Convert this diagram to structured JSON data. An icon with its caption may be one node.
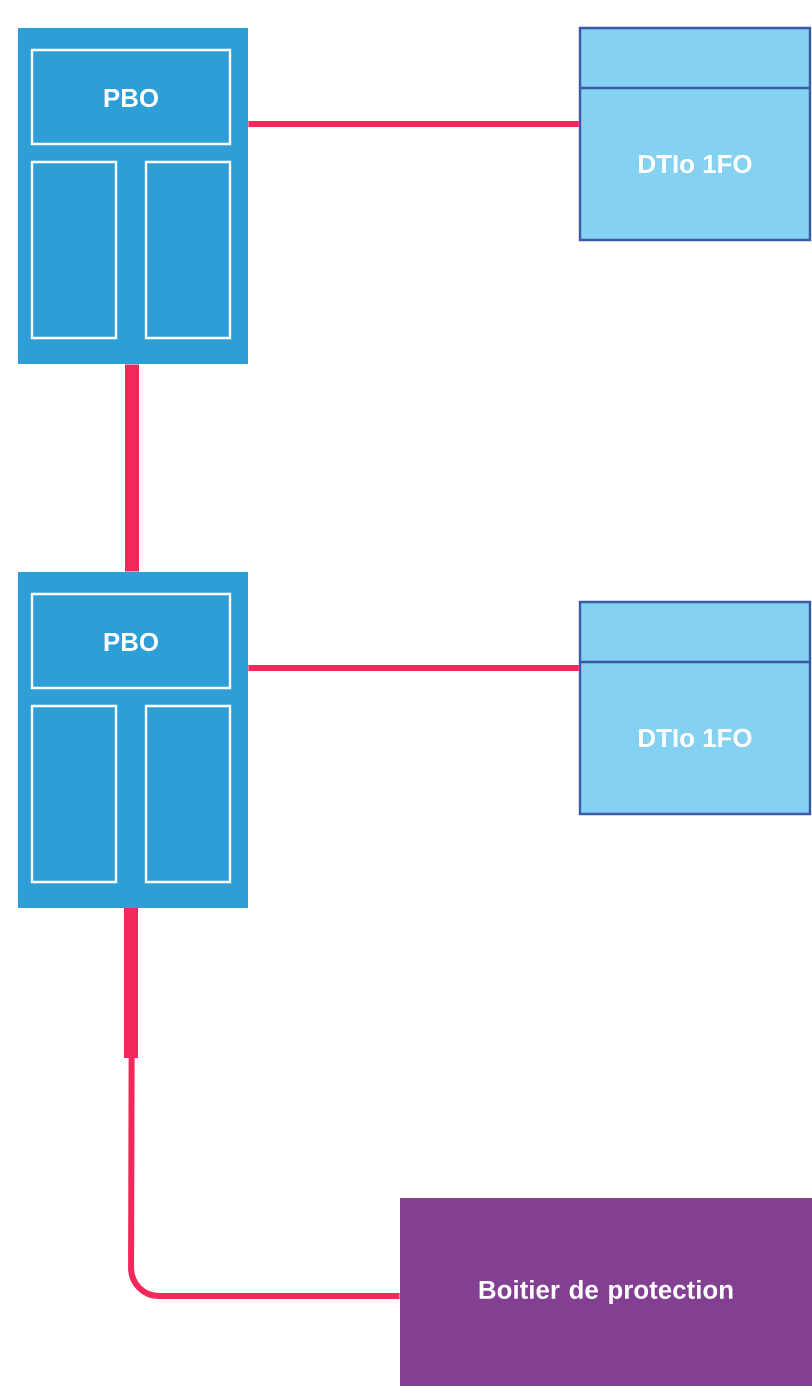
{
  "diagram": {
    "nodes": [
      {
        "text": [
          "PBO"
        ]
      },
      {
        "text": [
          "DTIo 1FO"
        ]
      },
      {
        "text": [
          "PBO"
        ]
      },
      {
        "text": [
          "DTIo 1FO"
        ]
      },
      {
        "text": [
          "Boitier de protection"
        ]
      }
    ],
    "edges": [
      {
        "from": 0,
        "to": 1,
        "arrow": "none"
      },
      {
        "from": 0,
        "to": 2,
        "arrow": "none",
        "style": "thick"
      },
      {
        "from": 2,
        "to": 3,
        "arrow": "none"
      },
      {
        "from": 2,
        "to": 4,
        "arrow": "none"
      }
    ]
  }
}
